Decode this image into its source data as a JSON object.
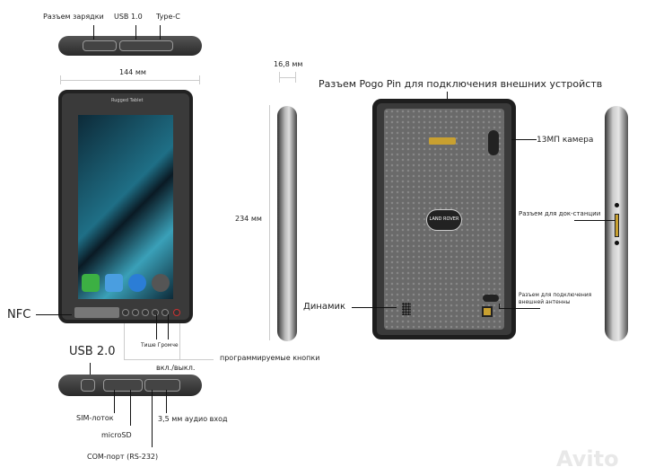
{
  "top_view": {
    "labels": [
      "Разъем зарядки",
      "USB 1.0",
      "Type-C"
    ]
  },
  "dimensions": {
    "width": "144 мм",
    "height": "234 мм",
    "depth": "16,8 мм"
  },
  "front": {
    "nfc": "NFC",
    "volume": "Тише Громче",
    "programmable": "программируемые кнопки",
    "power": "вкл./выкл.",
    "logo_text": "Rugged Tablet"
  },
  "bottom_view": {
    "usb": "USB 2.0",
    "sim": "SIM-лоток",
    "microsd": "microSD",
    "com": "COM-порт (RS-232)",
    "audio": "3,5 мм аудио вход"
  },
  "back": {
    "pogo": "Разъем Pogo Pin для подключения внешних устройств",
    "camera": "13МП камера",
    "speaker": "Динамик",
    "dock": "Разъем для док-станции",
    "antenna_1": "Разъем для подключения",
    "antenna_2": "внешней антенны",
    "brand": "LAND ROVER"
  },
  "watermark": "Avito",
  "colors": {
    "body": "#3a3a3a",
    "back_panel": "#6e6e6e",
    "accent_screen": "#1f6f86",
    "gold": "#c8a030"
  }
}
